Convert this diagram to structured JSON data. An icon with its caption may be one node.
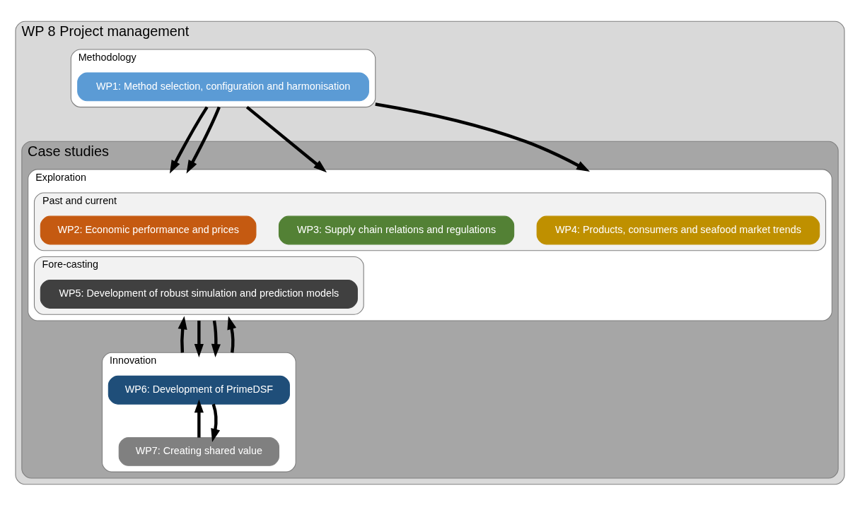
{
  "diagram": {
    "nodes": [
      {
        "text": [
          "WP 8 Project management"
        ]
      },
      {
        "text": [
          "Methodology"
        ],
        "in": 0
      },
      {
        "text": [
          "WP1: Method selection, configuration and harmonisation"
        ],
        "in": 1
      },
      {
        "text": [
          "Case studies"
        ],
        "in": 0
      },
      {
        "text": [
          "Exploration"
        ],
        "in": 3
      },
      {
        "text": [
          "Past and current"
        ],
        "in": 4
      },
      {
        "text": [
          "WP2: Economic performance and prices"
        ],
        "in": 5
      },
      {
        "text": [
          "WP3: Supply chain relations and regulations"
        ],
        "in": 5
      },
      {
        "text": [
          "WP4: Products, consumers and seafood market trends"
        ],
        "in": 5
      },
      {
        "text": [
          "Fore-casting"
        ],
        "in": 4
      },
      {
        "text": [
          "WP5: Development of robust simulation and prediction models"
        ],
        "in": 9
      },
      {
        "text": [
          "Innovation"
        ],
        "in": 3
      },
      {
        "text": [
          "WP6: Development of PrimeDSF"
        ],
        "in": 11
      },
      {
        "text": [
          "WP7: Creating shared value"
        ],
        "in": 11
      }
    ],
    "edges": [
      {
        "from": 1,
        "to": 4,
        "arrow": "to"
      },
      {
        "from": 1,
        "to": 4,
        "arrow": "to"
      },
      {
        "from": 1,
        "to": 4,
        "arrow": "to"
      },
      {
        "from": 1,
        "to": 4,
        "arrow": "to"
      },
      {
        "from": 11,
        "to": 4,
        "arrow": "to"
      },
      {
        "from": 4,
        "to": 11,
        "arrow": "to"
      },
      {
        "from": 4,
        "to": 11,
        "arrow": "to"
      },
      {
        "from": 11,
        "to": 4,
        "arrow": "to"
      },
      {
        "from": 13,
        "to": 12,
        "arrow": "to"
      },
      {
        "from": 12,
        "to": 13,
        "arrow": "to"
      }
    ]
  }
}
